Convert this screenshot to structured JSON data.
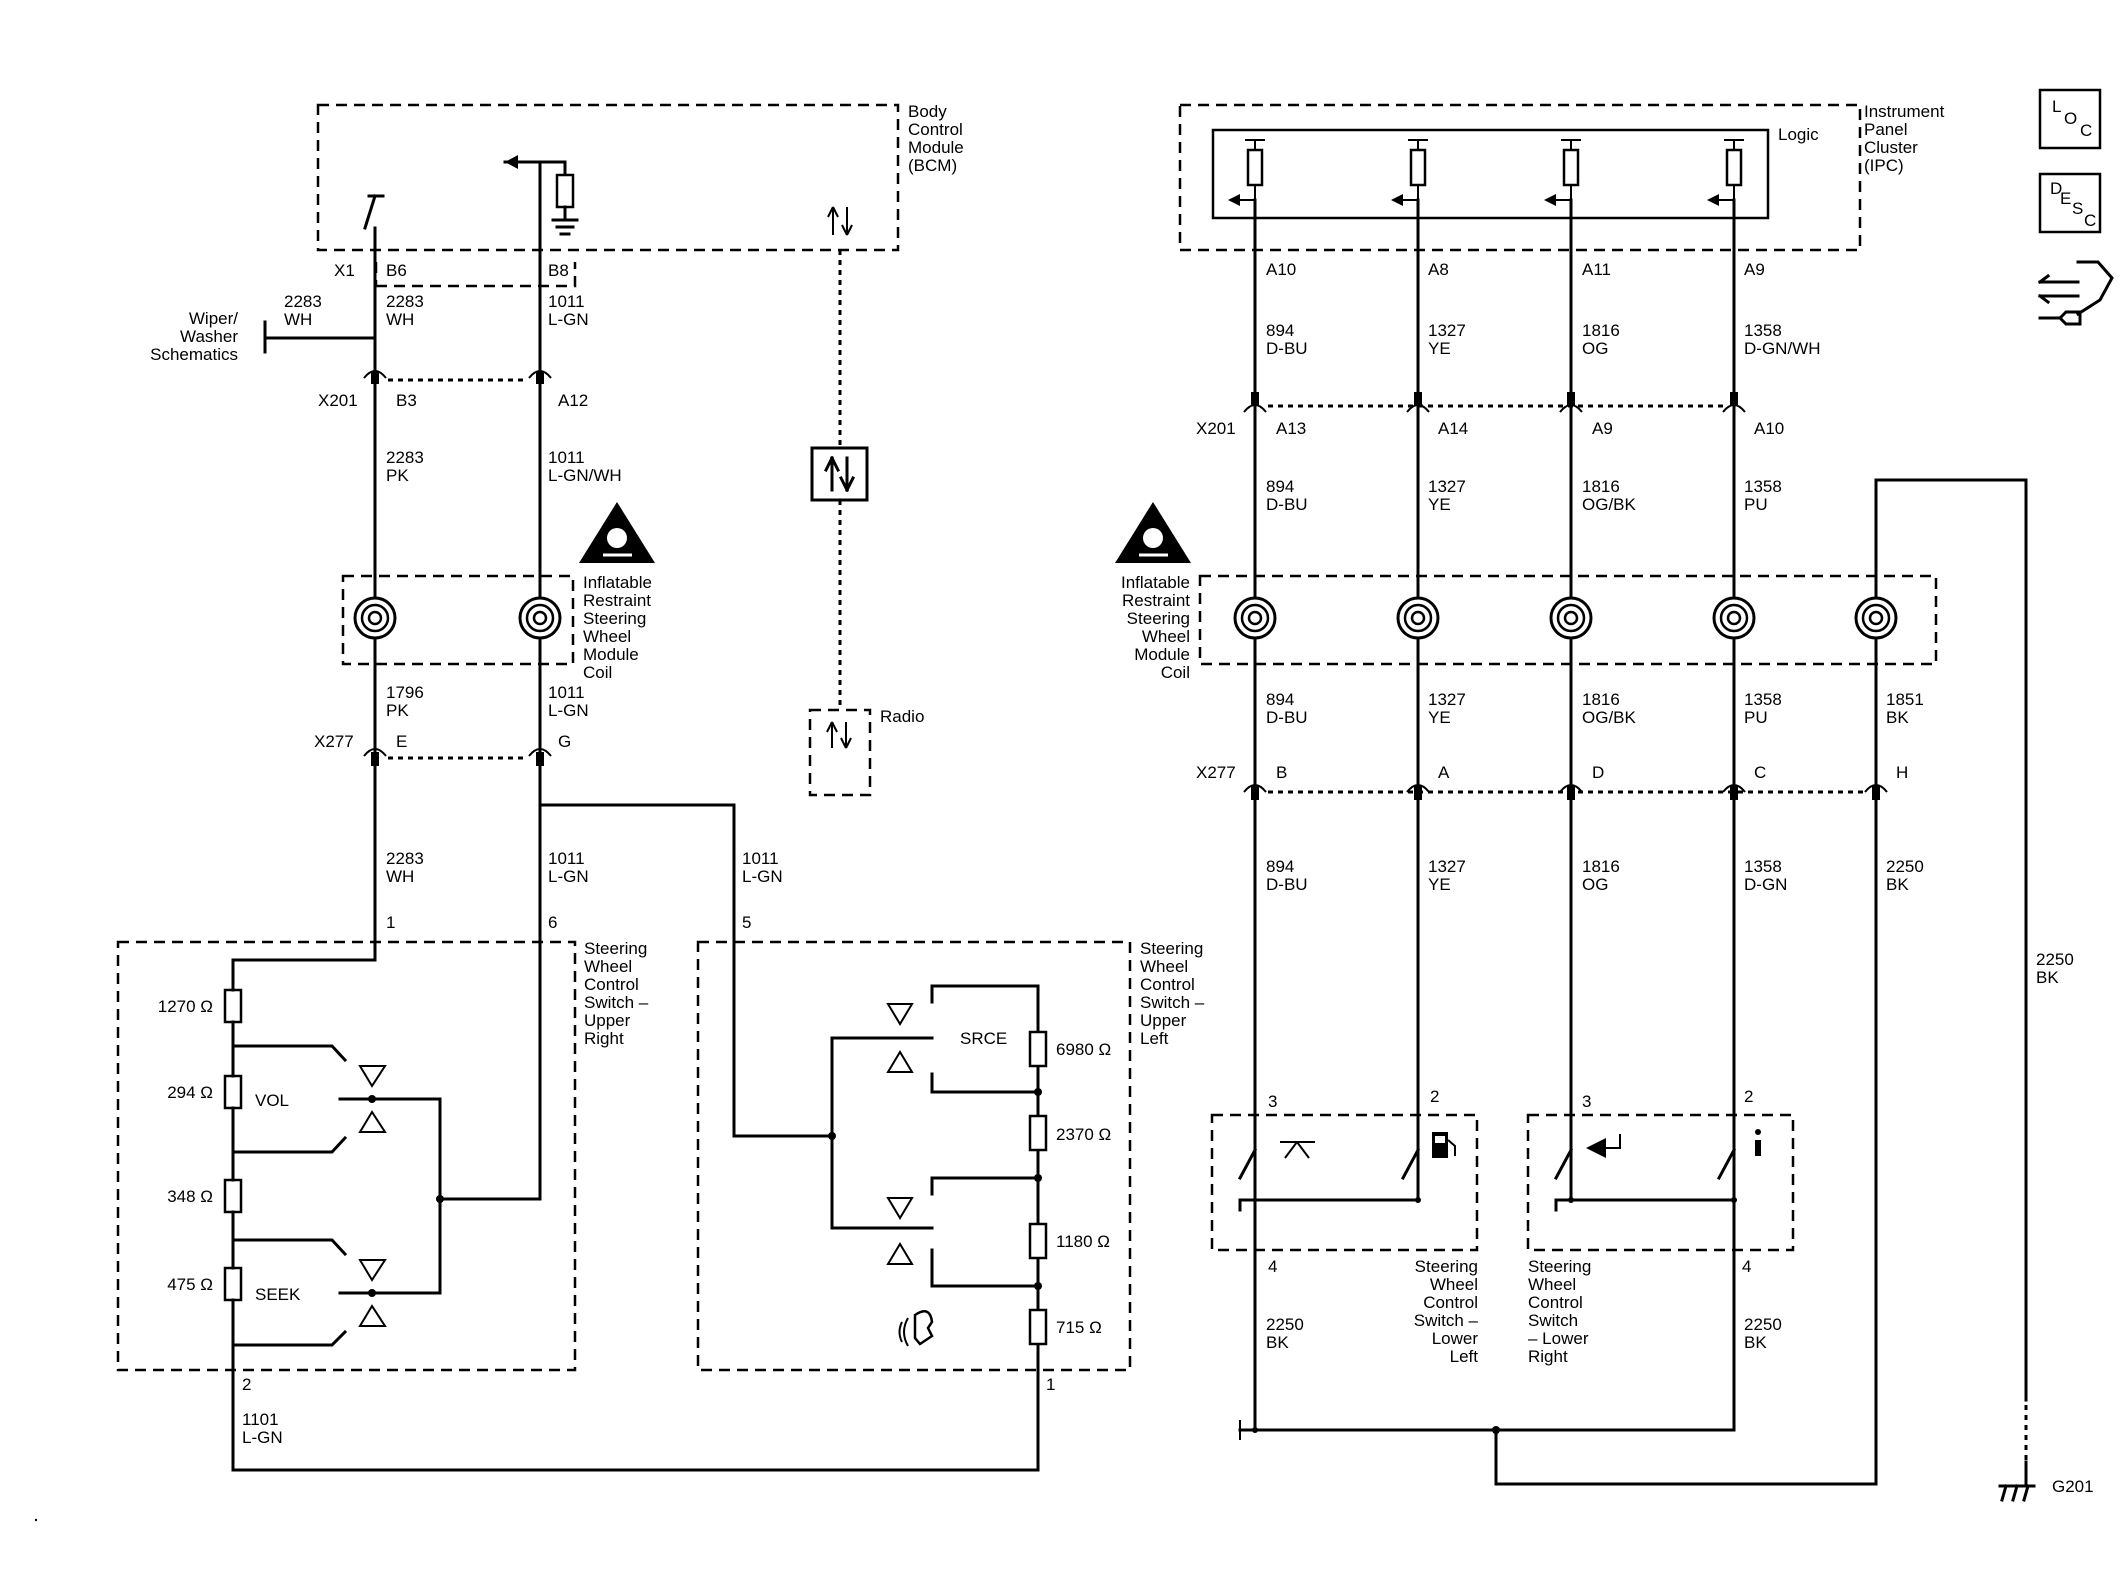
{
  "modules": {
    "bcm": [
      "Body",
      "Control",
      "Module",
      "(BCM)"
    ],
    "ipc": [
      "Instrument",
      "Panel",
      "Cluster",
      "(IPC)"
    ],
    "logic": "Logic",
    "radio": "Radio",
    "coil_left": [
      "Inflatable",
      "Restraint",
      "Steering",
      "Wheel",
      "Module",
      "Coil"
    ],
    "coil_right": [
      "Inflatable",
      "Restraint",
      "Steering",
      "Wheel",
      "Module",
      "Coil"
    ],
    "swc_upper_right": [
      "Steering",
      "Wheel",
      "Control",
      "Switch –",
      "Upper",
      "Right"
    ],
    "swc_upper_left": [
      "Steering",
      "Wheel",
      "Control",
      "Switch –",
      "Upper",
      "Left"
    ],
    "swc_lower_left": [
      "Steering",
      "Wheel",
      "Control",
      "Switch –",
      "Lower",
      "Left"
    ],
    "swc_lower_right": [
      "Steering",
      "Wheel",
      "Control",
      "Switch",
      "– Lower",
      "Right"
    ],
    "wiper": [
      "Wiper/",
      "Washer",
      "Schematics"
    ]
  },
  "connectors": {
    "x1": "X1",
    "x201": "X201",
    "x201_right": "X201",
    "x277": "X277",
    "x277_right": "X277",
    "b6": "B6",
    "b8": "B8",
    "b3": "B3",
    "a12": "A12",
    "e": "E",
    "g": "G",
    "a10": "A10",
    "a8": "A8",
    "a11": "A11",
    "a9": "A9",
    "a13": "A13",
    "a14": "A14",
    "a9b": "A9",
    "a10b": "A10",
    "pb": "B",
    "pa": "A",
    "pd": "D",
    "pc": "C",
    "ph": "H"
  },
  "pins": {
    "p1": "1",
    "p6": "6",
    "p5": "5",
    "p2": "2",
    "p1b": "1",
    "p3a": "3",
    "p2a": "2",
    "p3b": "3",
    "p2b": "2",
    "p4a": "4",
    "p4b": "4"
  },
  "wires": {
    "w2283_wiper": [
      "2283",
      "WH"
    ],
    "w2283_top": [
      "2283",
      "WH"
    ],
    "w1011_top": [
      "1011",
      "L-GN"
    ],
    "w2283_pk": [
      "2283",
      "PK"
    ],
    "w1011_lgnwh": [
      "1011",
      "L-GN/WH"
    ],
    "w1796": [
      "1796",
      "PK"
    ],
    "w1011_mid": [
      "1011",
      "L-GN"
    ],
    "w2283_bot": [
      "2283",
      "WH"
    ],
    "w1011_bot": [
      "1011",
      "L-GN"
    ],
    "w1011_right": [
      "1011",
      "L-GN"
    ],
    "w1101": [
      "1101",
      "L-GN"
    ],
    "r894_1": [
      "894",
      "D-BU"
    ],
    "r1327_1": [
      "1327",
      "YE"
    ],
    "r1816_1": [
      "1816",
      "OG"
    ],
    "r1358_1": [
      "1358",
      "D-GN/WH"
    ],
    "r894_2": [
      "894",
      "D-BU"
    ],
    "r1327_2": [
      "1327",
      "YE"
    ],
    "r1816_2": [
      "1816",
      "OG/BK"
    ],
    "r1358_2": [
      "1358",
      "PU"
    ],
    "r894_3": [
      "894",
      "D-BU"
    ],
    "r1327_3": [
      "1327",
      "YE"
    ],
    "r1816_3": [
      "1816",
      "OG/BK"
    ],
    "r1358_3": [
      "1358",
      "PU"
    ],
    "r1851": [
      "1851",
      "BK"
    ],
    "r894_4": [
      "894",
      "D-BU"
    ],
    "r1327_4": [
      "1327",
      "YE"
    ],
    "r1816_4": [
      "1816",
      "OG"
    ],
    "r1358_4": [
      "1358",
      "D-GN"
    ],
    "r2250_a": [
      "2250",
      "BK"
    ],
    "r2250_far": [
      "2250",
      "BK"
    ],
    "r2250_l": [
      "2250",
      "BK"
    ],
    "r2250_r": [
      "2250",
      "BK"
    ]
  },
  "resistors": {
    "r1270": "1270 Ω",
    "r294": "294 Ω",
    "r348": "348 Ω",
    "r475": "475 Ω",
    "r6980": "6980 Ω",
    "r2370": "2370 Ω",
    "r1180": "1180 Ω",
    "r715": "715 Ω"
  },
  "switch_labels": {
    "vol": "VOL",
    "seek": "SEEK",
    "srce": "SRCE"
  },
  "ground": "G201",
  "icons": [
    "loc-icon",
    "desc-icon",
    "connector-icon",
    "airbag-warning-icon"
  ],
  "icon_text": {
    "loc": [
      "L",
      "O",
      "C"
    ],
    "desc": [
      "D",
      "E",
      "S",
      "C"
    ]
  }
}
